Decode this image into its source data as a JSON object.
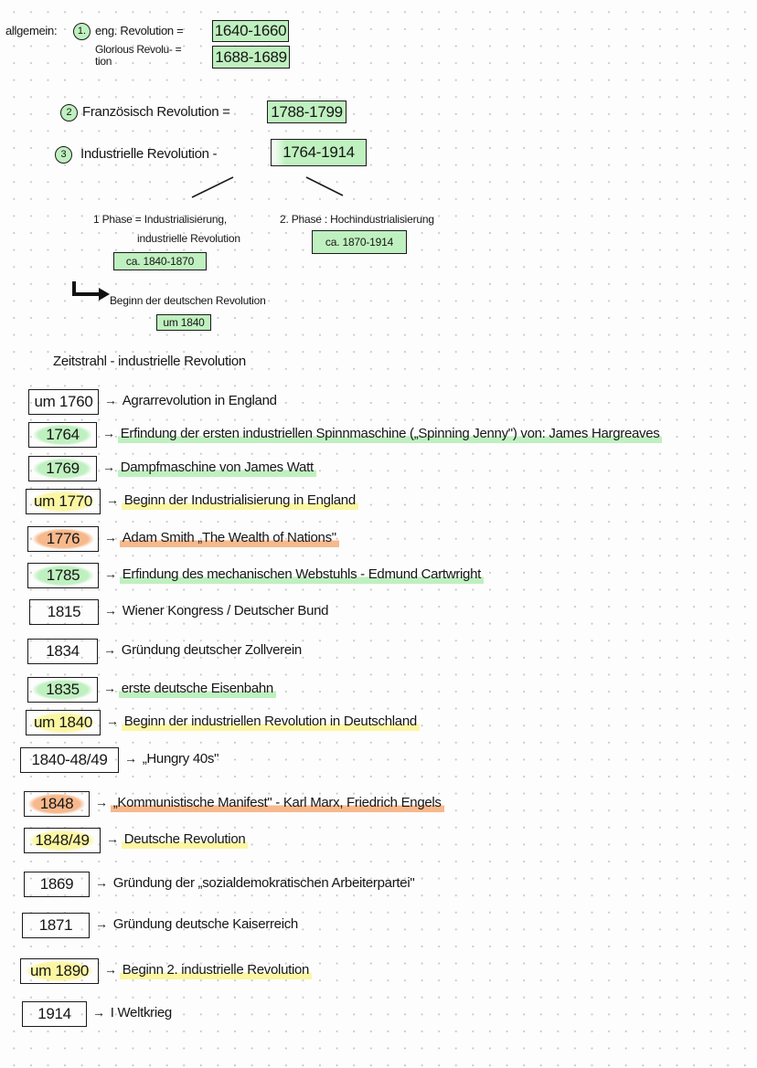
{
  "colors": {
    "green": "#bff0bf",
    "yellow": "#fbf6a2",
    "orange": "#f7b88c"
  },
  "overview": {
    "label": "allgemein:",
    "items": [
      {
        "num": "1.",
        "name": "eng. Revolution =",
        "dates": "1640-1660"
      },
      {
        "name": "Glorious Revolu- = tion",
        "dates": "1688-1689"
      },
      {
        "num": "2",
        "name": "Französisch Revolution =",
        "dates": "1788-1799"
      },
      {
        "num": "3",
        "name": "Industrielle Revolution -",
        "dates": "1764-1914"
      }
    ],
    "phase1": {
      "title": "1 Phase = Industrialisierung,",
      "sub": "industrielle Revolution",
      "dates": "ca. 1840-1870"
    },
    "phase2": {
      "title": "2. Phase : Hochindustrialisierung",
      "dates": "ca. 1870-1914"
    },
    "german_start": {
      "text": "Beginn der deutschen Revolution",
      "dates": "um 1840"
    }
  },
  "timeline": {
    "title": "Zeitstrahl - industrielle Revolution",
    "entries": [
      {
        "date": "um 1760",
        "text": "Agrarrevolution in England",
        "hl": ""
      },
      {
        "date": "1764",
        "text": "Erfindung der ersten industriellen Spinnmaschine („Spinning Jenny\") von: James Hargreaves",
        "hl": "green"
      },
      {
        "date": "1769",
        "text": "Dampfmaschine von James Watt",
        "hl": "green"
      },
      {
        "date": "um 1770",
        "text": "Beginn der Industrialisierung in England",
        "hl": "yellow"
      },
      {
        "date": "1776",
        "text": "Adam Smith „The Wealth of Nations\"",
        "hl": "orange"
      },
      {
        "date": "1785",
        "text": "Erfindung des mechanischen Webstuhls - Edmund Cartwright",
        "hl": "green"
      },
      {
        "date": "1815",
        "text": "Wiener Kongress / Deutscher Bund",
        "hl": ""
      },
      {
        "date": "1834",
        "text": "Gründung deutscher Zollverein",
        "hl": ""
      },
      {
        "date": "1835",
        "text": "erste deutsche Eisenbahn",
        "hl": "green"
      },
      {
        "date": "um 1840",
        "text": "Beginn der industriellen Revolution in Deutschland",
        "hl": "yellow"
      },
      {
        "date": "1840-48/49",
        "text": "„Hungry 40s\"",
        "hl": ""
      },
      {
        "date": "1848",
        "text": "„Kommunistische Manifest\" - Karl Marx, Friedrich Engels",
        "hl": "orange"
      },
      {
        "date": "1848/49",
        "text": "Deutsche Revolution",
        "hl": "yellow"
      },
      {
        "date": "1869",
        "text": "Gründung der „sozialdemokratischen Arbeiterpartei\"",
        "hl": ""
      },
      {
        "date": "1871",
        "text": "Gründung deutsche Kaiserreich",
        "hl": ""
      },
      {
        "date": "um 1890",
        "text": "Beginn 2. industrielle Revolution",
        "hl": "yellow"
      },
      {
        "date": "1914",
        "text": "I Weltkrieg",
        "hl": ""
      }
    ]
  }
}
